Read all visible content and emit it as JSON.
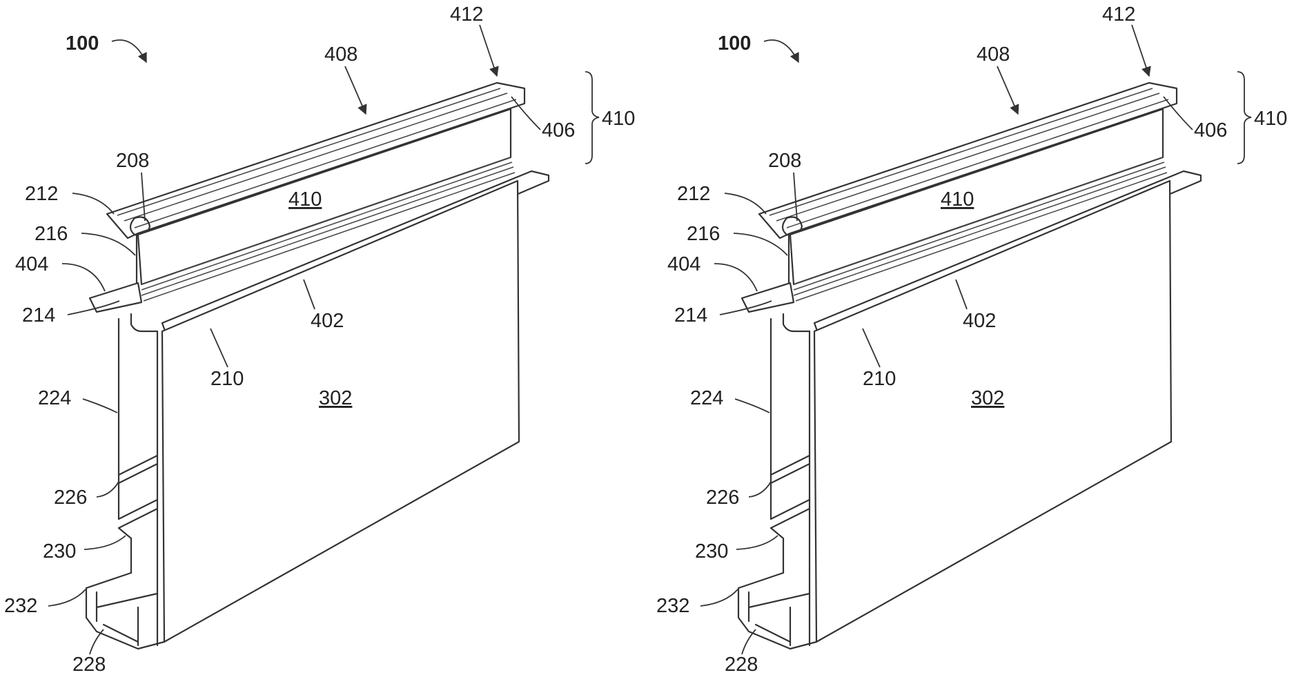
{
  "figures": [
    {
      "id": "left",
      "labels": {
        "assembly": "100",
        "l412": "412",
        "l408": "408",
        "l406": "406",
        "l410_bracket": "410",
        "l208": "208",
        "l212": "212",
        "l410_face": "410",
        "l216": "216",
        "l404": "404",
        "l214": "214",
        "l402": "402",
        "l210": "210",
        "l224": "224",
        "l302": "302",
        "l226": "226",
        "l230": "230",
        "l232": "232",
        "l228": "228"
      }
    },
    {
      "id": "right",
      "labels": {
        "assembly": "100",
        "l412": "412",
        "l408": "408",
        "l406": "406",
        "l410_bracket": "410",
        "l208": "208",
        "l212": "212",
        "l410_face": "410",
        "l216": "216",
        "l404": "404",
        "l214": "214",
        "l402": "402",
        "l210": "210",
        "l224": "224",
        "l302": "302",
        "l226": "226",
        "l230": "230",
        "l232": "232",
        "l228": "228"
      }
    }
  ]
}
